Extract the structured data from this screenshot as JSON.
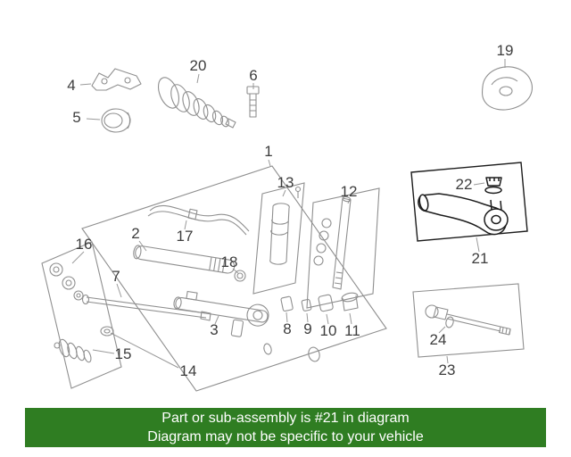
{
  "banner": {
    "line1": "Part or sub-assembly is #21 in diagram",
    "line2": "Diagram may not be specific to your vehicle"
  },
  "labels": {
    "p1": "1",
    "p2": "2",
    "p3": "3",
    "p4": "4",
    "p5": "5",
    "p6": "6",
    "p7": "7",
    "p8": "8",
    "p9": "9",
    "p10": "10",
    "p11": "11",
    "p12": "12",
    "p13": "13",
    "p14": "14",
    "p15": "15",
    "p16": "16",
    "p17": "17",
    "p18": "18",
    "p19": "19",
    "p20": "20",
    "p21": "21",
    "p22": "22",
    "p23": "23",
    "p24": "24"
  },
  "highlighted_part": "21",
  "colors": {
    "line": "#8f8f8f",
    "leader": "#9a9a9a",
    "highlight": "#1c1c1c",
    "label_text": "#3d3d3d",
    "banner_bg": "#2f7d22",
    "banner_text": "#ffffff",
    "page_bg": "#ffffff"
  }
}
